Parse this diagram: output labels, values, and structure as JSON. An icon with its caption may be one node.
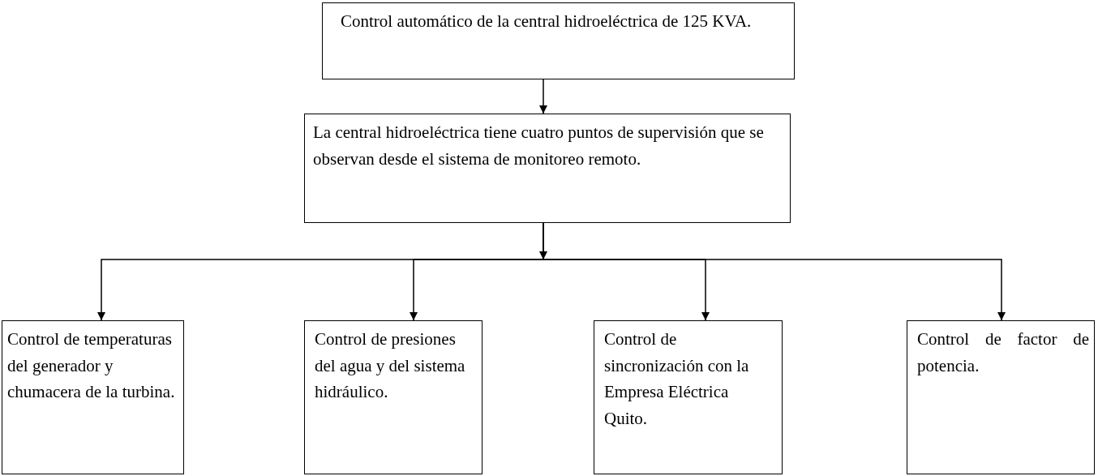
{
  "diagram": {
    "nodes": [
      {
        "text": [
          "Control automático de la central hidroeléctrica de 125 KVA."
        ]
      },
      {
        "text": [
          "La central hidroeléctrica tiene cuatro puntos de supervisión que se observan desde el sistema de monitoreo remoto."
        ]
      },
      {
        "text": [
          "Control de temperaturas del generador y chumacera de la turbina."
        ]
      },
      {
        "text": [
          "Control de presiones del agua y del sistema hidráulico."
        ]
      },
      {
        "text": [
          "Control de sincronización con la Empresa Eléctrica Quito."
        ]
      },
      {
        "text": [
          "Control de factor de potencia."
        ]
      }
    ],
    "edges": [
      {
        "from": 0,
        "to": 1,
        "arrow": "to"
      },
      {
        "from": 1,
        "to": 2,
        "arrow": "to"
      },
      {
        "from": 1,
        "to": 3,
        "arrow": "to"
      },
      {
        "from": 1,
        "to": 4,
        "arrow": "to"
      },
      {
        "from": 1,
        "to": 5,
        "arrow": "to"
      }
    ]
  }
}
